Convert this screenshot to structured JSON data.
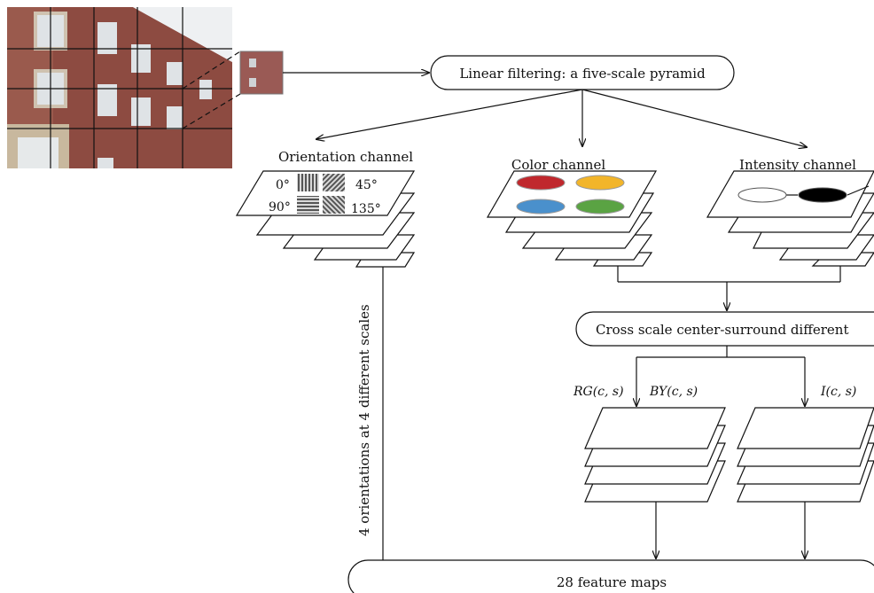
{
  "diagram": {
    "pyramid_box": "Linear filtering: a five-scale pyramid",
    "channels": {
      "orientation": "Orientation channel",
      "color": "Color channel",
      "intensity": "Intensity channel"
    },
    "orientation_angles": {
      "a0": "0°",
      "a45": "45°",
      "a90": "90°",
      "a135": "135°"
    },
    "cross_scale_box": "Cross scale center-surround different",
    "color_maps": {
      "rg": "RG(c, s)",
      "by": "BY(c, s)"
    },
    "intensity_map": "I(c, s)",
    "vertical_label": "4 orientations at 4 different scales",
    "output_box": "28 feature maps",
    "colors": {
      "red": "#c0282d",
      "yellow": "#f2b52a",
      "blue": "#4a90cc",
      "green": "#5aa343",
      "black": "#000000",
      "white": "#ffffff",
      "brick": "#8c4a40"
    }
  }
}
